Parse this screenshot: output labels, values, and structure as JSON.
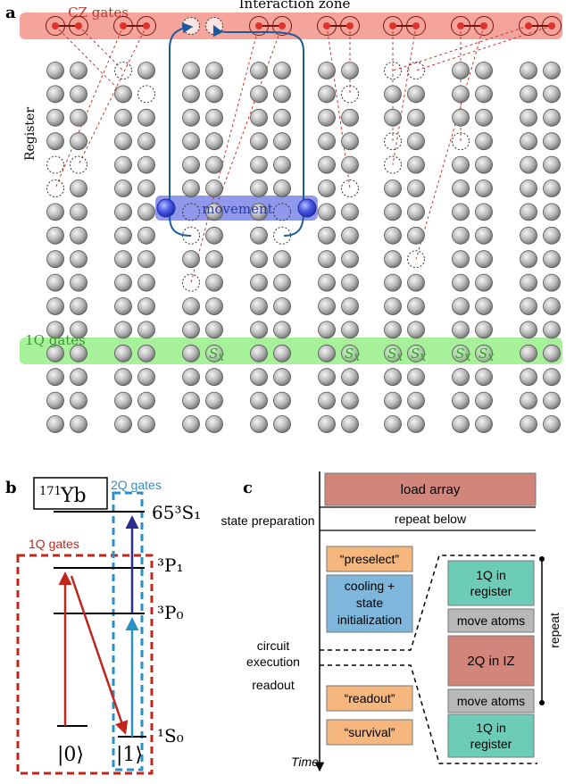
{
  "panel_a": {
    "label": "a",
    "interaction_zone_label": "Interaction zone",
    "cz_label": "CZ gates",
    "register_label": "Register",
    "movement_label": "movement",
    "oneq_label": "1Q gates",
    "sx_label": "S",
    "sx_sub": "X",
    "colors": {
      "iz_band": "#f4a49a",
      "red_atom": "#e0342b",
      "move_band": "#7c86e8",
      "move_atom": "#3a48d6",
      "oneq_band": "#a6f19a",
      "oneq_text": "#3a9a2e",
      "cz_text": "#b83a33",
      "arrow": "#1c5aa0",
      "dotted": "#c8342a"
    }
  },
  "panel_b": {
    "label": "b",
    "isotope_mass": "171",
    "element": "Yb",
    "oneq_box_label": "1Q gates",
    "twoq_box_label": "2Q gates",
    "levels": {
      "rydberg": "65³S₁",
      "p1": "³P₁",
      "p0": "³P₀",
      "s0": "¹S₀"
    },
    "ket0": "|0⟩",
    "ket1": "|1⟩",
    "colors": {
      "oneq": "#c0261b",
      "twoq": "#2a90c8",
      "rydberg_arrow": "#2a2d8c"
    }
  },
  "panel_c": {
    "label": "c",
    "load_array": "load array",
    "repeat_below": "repeat below",
    "state_preparation": "state preparation",
    "preselect": "“preselect”",
    "cooling": [
      "cooling +",
      "state",
      "initialization"
    ],
    "circuit_execution": [
      "circuit",
      "execution"
    ],
    "readout_label": "readout",
    "readout_box": "“readout”",
    "survival_box": "“survival”",
    "time_label": "Time",
    "loop": {
      "oneq_register_top": [
        "1Q in",
        "register"
      ],
      "move_atoms_1": "move atoms",
      "twoq_iz": "2Q in IZ",
      "move_atoms_2": "move atoms",
      "oneq_register_bottom": [
        "1Q in",
        "register"
      ],
      "repeat": "repeat"
    },
    "colors": {
      "load": "#d2867b",
      "orange": "#f6b77e",
      "blue": "#7eb6dc",
      "teal": "#6cccb8",
      "gray": "#b8b8b8",
      "red": "#d2867b"
    }
  }
}
